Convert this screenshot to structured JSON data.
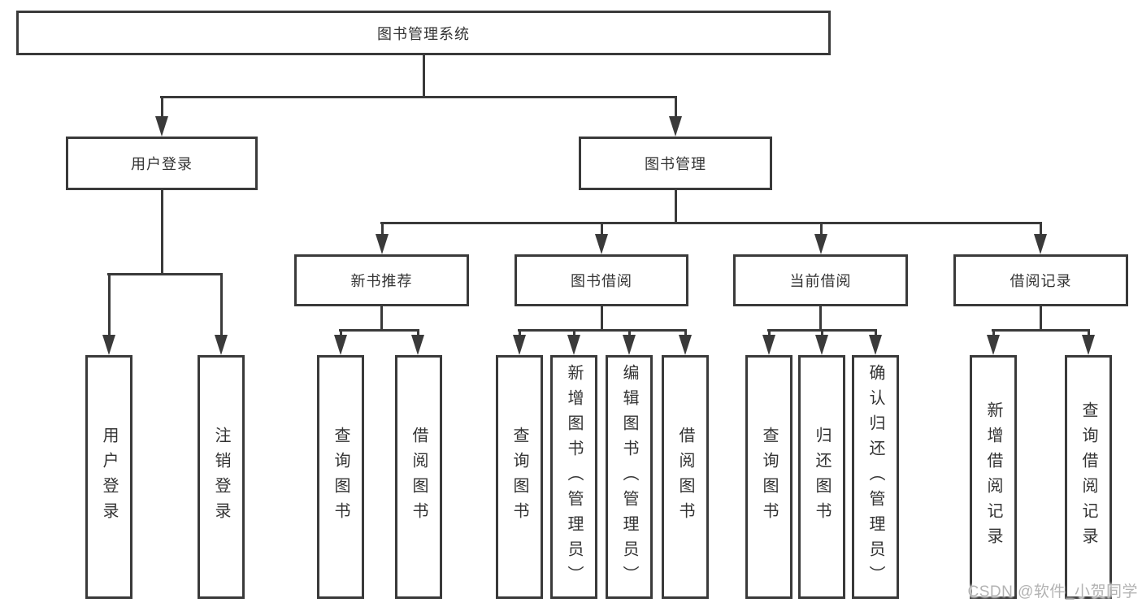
{
  "colors": {
    "line": "#3a3a3a",
    "text": "#333333",
    "watermark": "#b3b3b3",
    "background": "#ffffff"
  },
  "watermark": {
    "text": "CSDN @软件_小贺同学"
  },
  "tree": {
    "root": {
      "label": "图书管理系统"
    },
    "branches": [
      {
        "label": "用户登录",
        "children": [
          {
            "label": "用户登录"
          },
          {
            "label": "注销登录"
          }
        ]
      },
      {
        "label": "图书管理",
        "children": [
          {
            "label": "新书推荐",
            "children": [
              {
                "label": "查询图书"
              },
              {
                "label": "借阅图书"
              }
            ]
          },
          {
            "label": "图书借阅",
            "children": [
              {
                "label": "查询图书"
              },
              {
                "label": "新增图书（管理员）"
              },
              {
                "label": "编辑图书（管理员）"
              },
              {
                "label": "借阅图书"
              }
            ]
          },
          {
            "label": "当前借阅",
            "children": [
              {
                "label": "查询图书"
              },
              {
                "label": "归还图书"
              },
              {
                "label": "确认归还（管理员）"
              }
            ]
          },
          {
            "label": "借阅记录",
            "children": [
              {
                "label": "新增借阅记录"
              },
              {
                "label": "查询借阅记录"
              }
            ]
          }
        ]
      }
    ]
  }
}
